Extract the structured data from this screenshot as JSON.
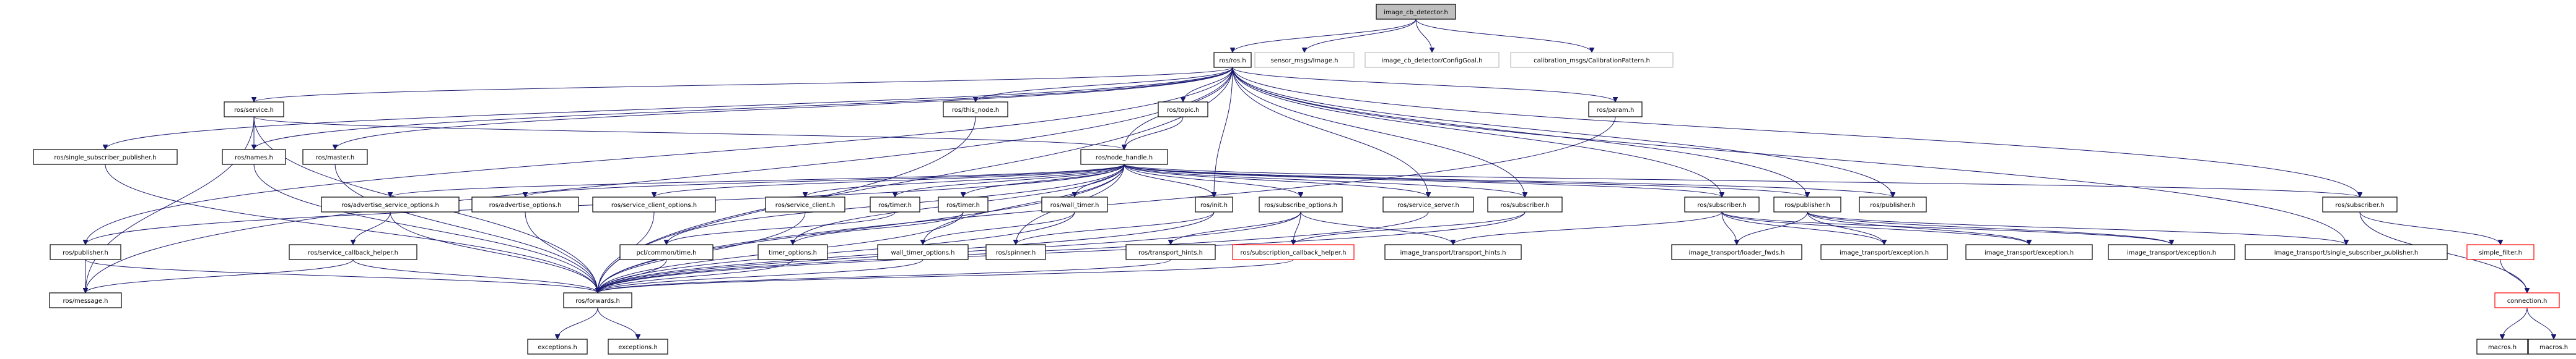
{
  "graph": {
    "title": "image_cb_detector.h include dependency graph",
    "colors": {
      "edge": "#191970",
      "root_fill": "#bfbfbf",
      "normal_border": "#000000",
      "external_border": "#bfbfbf",
      "truncated_border": "#ff0000"
    },
    "nodes": [
      {
        "id": "root",
        "label": "image_cb_detector.h",
        "kind": "root"
      },
      {
        "id": "ros_ros",
        "label": "ros/ros.h",
        "kind": "normal"
      },
      {
        "id": "sensor_image",
        "label": "sensor_msgs/Image.h",
        "kind": "external"
      },
      {
        "id": "configgoal",
        "label": "image_cb_detector/ConfigGoal.h",
        "kind": "external"
      },
      {
        "id": "calibpattern",
        "label": "calibration_msgs/CalibrationPattern.h",
        "kind": "external"
      },
      {
        "id": "service",
        "label": "ros/service.h",
        "kind": "normal"
      },
      {
        "id": "this_node",
        "label": "ros/this_node.h",
        "kind": "normal"
      },
      {
        "id": "topic",
        "label": "ros/topic.h",
        "kind": "normal"
      },
      {
        "id": "param",
        "label": "ros/param.h",
        "kind": "normal"
      },
      {
        "id": "single_sub_pub",
        "label": "ros/single_subscriber_publisher.h",
        "kind": "normal"
      },
      {
        "id": "names",
        "label": "ros/names.h",
        "kind": "normal"
      },
      {
        "id": "master",
        "label": "ros/master.h",
        "kind": "normal"
      },
      {
        "id": "node_handle",
        "label": "ros/node_handle.h",
        "kind": "normal"
      },
      {
        "id": "adv_srv_opts",
        "label": "ros/advertise_service_options.h",
        "kind": "normal"
      },
      {
        "id": "adv_opts",
        "label": "ros/advertise_options.h",
        "kind": "normal"
      },
      {
        "id": "srv_client_opts",
        "label": "ros/service_client_options.h",
        "kind": "normal"
      },
      {
        "id": "srv_client",
        "label": "ros/service_client.h",
        "kind": "normal"
      },
      {
        "id": "timer1",
        "label": "ros/timer.h",
        "kind": "normal"
      },
      {
        "id": "timer2",
        "label": "ros/timer.h",
        "kind": "normal"
      },
      {
        "id": "wall_timer",
        "label": "ros/wall_timer.h",
        "kind": "normal"
      },
      {
        "id": "init",
        "label": "ros/init.h",
        "kind": "normal"
      },
      {
        "id": "sub_opts",
        "label": "ros/subscribe_options.h",
        "kind": "normal"
      },
      {
        "id": "srv_server",
        "label": "ros/service_server.h",
        "kind": "normal"
      },
      {
        "id": "subscriber1",
        "label": "ros/subscriber.h",
        "kind": "normal"
      },
      {
        "id": "subscriber2",
        "label": "ros/subscriber.h",
        "kind": "normal"
      },
      {
        "id": "publisher2",
        "label": "ros/publisher.h",
        "kind": "normal"
      },
      {
        "id": "publisher3",
        "label": "ros/publisher.h",
        "kind": "normal"
      },
      {
        "id": "subscriber3",
        "label": "ros/subscriber.h",
        "kind": "normal"
      },
      {
        "id": "publisher1",
        "label": "ros/publisher.h",
        "kind": "normal"
      },
      {
        "id": "srv_cb_helper",
        "label": "ros/service_callback_helper.h",
        "kind": "normal"
      },
      {
        "id": "pcl_time",
        "label": "pcl/common/time.h",
        "kind": "normal"
      },
      {
        "id": "timer_opts",
        "label": "timer_options.h",
        "kind": "normal"
      },
      {
        "id": "wall_timer_opts",
        "label": "wall_timer_options.h",
        "kind": "normal"
      },
      {
        "id": "spinner",
        "label": "ros/spinner.h",
        "kind": "normal"
      },
      {
        "id": "transport_hints",
        "label": "ros/transport_hints.h",
        "kind": "normal"
      },
      {
        "id": "sub_cb_helper",
        "label": "ros/subscription_callback_helper.h",
        "kind": "truncated"
      },
      {
        "id": "it_transport_hints",
        "label": "image_transport/transport_hints.h",
        "kind": "normal"
      },
      {
        "id": "it_loader_fwds",
        "label": "image_transport/loader_fwds.h",
        "kind": "normal"
      },
      {
        "id": "it_exception1",
        "label": "image_transport/exception.h",
        "kind": "normal"
      },
      {
        "id": "it_exception2",
        "label": "image_transport/exception.h",
        "kind": "normal"
      },
      {
        "id": "it_exception3",
        "label": "image_transport/exception.h",
        "kind": "normal"
      },
      {
        "id": "it_single_sub_pub",
        "label": "image_transport/single_subscriber_publisher.h",
        "kind": "normal"
      },
      {
        "id": "simple_filter",
        "label": "simple_filter.h",
        "kind": "truncated"
      },
      {
        "id": "message",
        "label": "ros/message.h",
        "kind": "normal"
      },
      {
        "id": "forwards",
        "label": "ros/forwards.h",
        "kind": "normal"
      },
      {
        "id": "connection",
        "label": "connection.h",
        "kind": "truncated"
      },
      {
        "id": "exceptions1",
        "label": "exceptions.h",
        "kind": "normal"
      },
      {
        "id": "exceptions2",
        "label": "exceptions.h",
        "kind": "normal"
      },
      {
        "id": "macros1",
        "label": "macros.h",
        "kind": "normal"
      },
      {
        "id": "macros2",
        "label": "macros.h",
        "kind": "normal"
      }
    ],
    "edges": [
      [
        "root",
        "ros_ros"
      ],
      [
        "root",
        "sensor_image"
      ],
      [
        "root",
        "configgoal"
      ],
      [
        "root",
        "calibpattern"
      ],
      [
        "ros_ros",
        "service"
      ],
      [
        "ros_ros",
        "this_node"
      ],
      [
        "ros_ros",
        "topic"
      ],
      [
        "ros_ros",
        "param"
      ],
      [
        "ros_ros",
        "single_sub_pub"
      ],
      [
        "ros_ros",
        "names"
      ],
      [
        "ros_ros",
        "master"
      ],
      [
        "ros_ros",
        "node_handle"
      ],
      [
        "ros_ros",
        "publisher1"
      ],
      [
        "ros_ros",
        "message"
      ],
      [
        "ros_ros",
        "forwards"
      ],
      [
        "ros_ros",
        "init"
      ],
      [
        "ros_ros",
        "srv_server"
      ],
      [
        "ros_ros",
        "subscriber1"
      ],
      [
        "ros_ros",
        "subscriber2"
      ],
      [
        "ros_ros",
        "publisher2"
      ],
      [
        "ros_ros",
        "publisher3"
      ],
      [
        "ros_ros",
        "subscriber3"
      ],
      [
        "ros_ros",
        "it_single_sub_pub"
      ],
      [
        "service",
        "names"
      ],
      [
        "service",
        "node_handle"
      ],
      [
        "service",
        "forwards"
      ],
      [
        "service",
        "message"
      ],
      [
        "this_node",
        "forwards"
      ],
      [
        "topic",
        "node_handle"
      ],
      [
        "param",
        "forwards"
      ],
      [
        "single_sub_pub",
        "forwards"
      ],
      [
        "names",
        "forwards"
      ],
      [
        "master",
        "forwards"
      ],
      [
        "node_handle",
        "publisher1"
      ],
      [
        "node_handle",
        "adv_srv_opts"
      ],
      [
        "node_handle",
        "adv_opts"
      ],
      [
        "node_handle",
        "srv_client_opts"
      ],
      [
        "node_handle",
        "srv_client"
      ],
      [
        "node_handle",
        "timer1"
      ],
      [
        "node_handle",
        "timer2"
      ],
      [
        "node_handle",
        "wall_timer"
      ],
      [
        "node_handle",
        "init"
      ],
      [
        "node_handle",
        "sub_opts"
      ],
      [
        "node_handle",
        "srv_server"
      ],
      [
        "node_handle",
        "subscriber1"
      ],
      [
        "node_handle",
        "subscriber2"
      ],
      [
        "node_handle",
        "publisher2"
      ],
      [
        "node_handle",
        "publisher3"
      ],
      [
        "node_handle",
        "subscriber3"
      ],
      [
        "node_handle",
        "forwards"
      ],
      [
        "node_handle",
        "spinner"
      ],
      [
        "node_handle",
        "timer_opts"
      ],
      [
        "node_handle",
        "wall_timer_opts"
      ],
      [
        "node_handle",
        "pcl_time"
      ],
      [
        "publisher1",
        "message"
      ],
      [
        "publisher1",
        "forwards"
      ],
      [
        "adv_srv_opts",
        "srv_cb_helper"
      ],
      [
        "adv_srv_opts",
        "forwards"
      ],
      [
        "adv_opts",
        "forwards"
      ],
      [
        "srv_client_opts",
        "forwards"
      ],
      [
        "srv_cb_helper",
        "message"
      ],
      [
        "srv_cb_helper",
        "forwards"
      ],
      [
        "srv_client",
        "forwards"
      ],
      [
        "timer1",
        "pcl_time"
      ],
      [
        "timer2",
        "timer_opts"
      ],
      [
        "timer2",
        "forwards"
      ],
      [
        "wall_timer",
        "wall_timer_opts"
      ],
      [
        "wall_timer",
        "forwards"
      ],
      [
        "init",
        "forwards"
      ],
      [
        "init",
        "spinner"
      ],
      [
        "sub_opts",
        "transport_hints"
      ],
      [
        "sub_opts",
        "sub_cb_helper"
      ],
      [
        "sub_opts",
        "it_transport_hints"
      ],
      [
        "sub_opts",
        "forwards"
      ],
      [
        "srv_server",
        "forwards"
      ],
      [
        "subscriber1",
        "sub_cb_helper"
      ],
      [
        "subscriber1",
        "forwards"
      ],
      [
        "subscriber2",
        "it_loader_fwds"
      ],
      [
        "subscriber2",
        "it_exception1"
      ],
      [
        "subscriber2",
        "it_exception2"
      ],
      [
        "subscriber2",
        "it_exception3"
      ],
      [
        "subscriber2",
        "it_transport_hints"
      ],
      [
        "publisher2",
        "it_loader_fwds"
      ],
      [
        "publisher2",
        "it_exception1"
      ],
      [
        "publisher2",
        "it_exception2"
      ],
      [
        "publisher2",
        "it_exception3"
      ],
      [
        "publisher2",
        "it_single_sub_pub"
      ],
      [
        "subscriber3",
        "simple_filter"
      ],
      [
        "subscriber3",
        "connection"
      ],
      [
        "simple_filter",
        "connection"
      ],
      [
        "timer_opts",
        "forwards"
      ],
      [
        "wall_timer_opts",
        "forwards"
      ],
      [
        "pcl_time",
        "forwards"
      ],
      [
        "transport_hints",
        "forwards"
      ],
      [
        "sub_cb_helper",
        "forwards"
      ],
      [
        "forwards",
        "exceptions1"
      ],
      [
        "forwards",
        "exceptions2"
      ],
      [
        "connection",
        "macros1"
      ],
      [
        "connection",
        "macros2"
      ]
    ]
  }
}
